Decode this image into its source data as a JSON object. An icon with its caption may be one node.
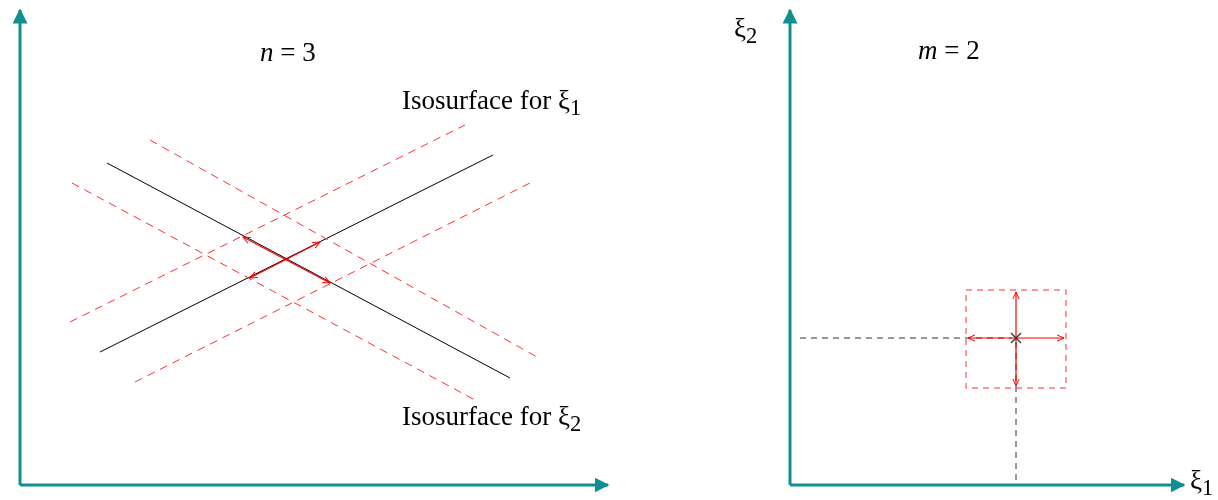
{
  "diagram": {
    "labels": [
      "*n* = 3",
      "Isosurface for ξ$_{1}$",
      "Isosurface for ξ$_{2}$",
      "ξ$_{2}$",
      "*m* = 2",
      "ξ$_{1}$"
    ]
  }
}
